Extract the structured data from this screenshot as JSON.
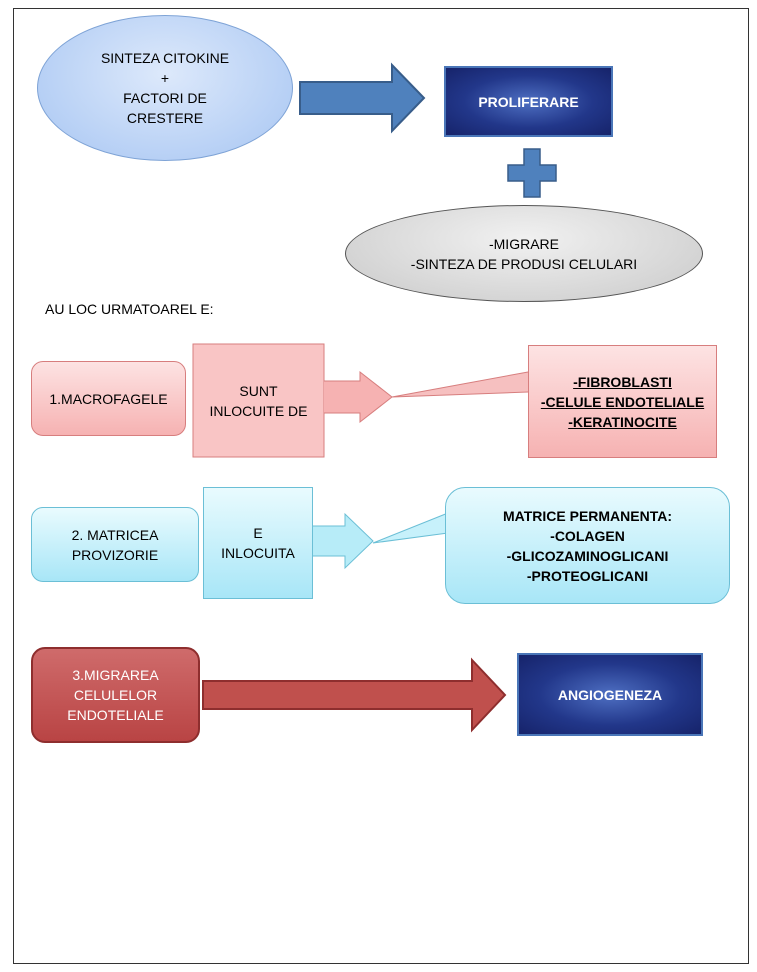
{
  "top": {
    "ellipse_lines": [
      "SINTEZA CITOKINE",
      "+",
      "FACTORI DE",
      "CRESTERE"
    ],
    "proliferare": "PROLIFERARE",
    "grey_lines": [
      "-MIGRARE",
      "-SINTEZA DE PRODUSI  CELULARI"
    ]
  },
  "au_loc": "AU LOC URMATOAREL E:",
  "row1": {
    "label": "1.MACROFAGELE",
    "arrow_lines": [
      "SUNT",
      "INLOCUITE DE"
    ],
    "callout_lines": [
      "-FIBROBLASTI",
      "-CELULE ENDOTELIALE",
      "-KERATINOCITE"
    ]
  },
  "row2": {
    "label_lines": [
      "2. MATRICEA",
      "PROVIZORIE"
    ],
    "arrow_lines": [
      "E",
      "INLOCUITA"
    ],
    "callout_lines": [
      "MATRICE PERMANENTA:",
      "-COLAGEN",
      "-GLICOZAMINOGLICANI",
      "-PROTEOGLICANI"
    ]
  },
  "row3": {
    "label_lines": [
      "3.MIGRAREA",
      "CELULELOR",
      "ENDOTELIALE"
    ],
    "angiogeneza": "ANGIOGENEZA"
  },
  "colors": {
    "blue_arrow": "#4f81bd",
    "pink": "#f6b2b2",
    "light_blue": "#a8e6f7",
    "dark_red": "#c0504d",
    "navy": "#1f3580"
  }
}
